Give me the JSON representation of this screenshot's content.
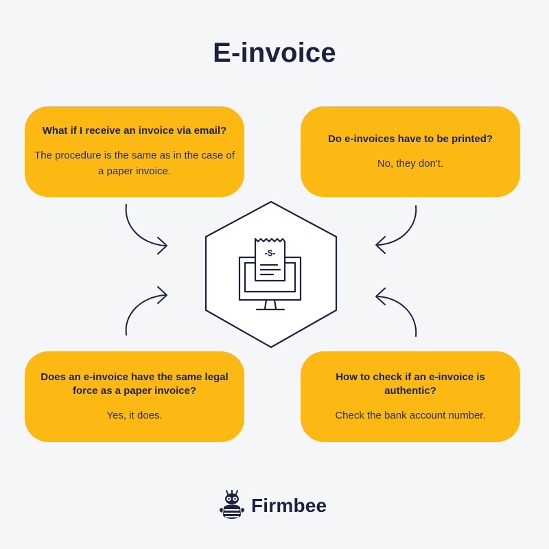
{
  "title": "E-invoice",
  "cards": [
    {
      "question": "What if I receive an invoice via email?",
      "answer": "The procedure is the same as in the case of a paper invoice."
    },
    {
      "question": "Do e-invoices have to be printed?",
      "answer": "No, they don't."
    },
    {
      "question": "Does an e-invoice have the same legal force as a paper invoice?",
      "answer": "Yes, it does."
    },
    {
      "question": "How to check if an e-invoice is authentic?",
      "answer": "Check the bank account number."
    }
  ],
  "center_icon": {
    "name": "computer-receipt-icon",
    "receipt_symbol": "-$-"
  },
  "brand": {
    "name": "Firmbee",
    "icon": "bee-mascot-icon"
  },
  "colors": {
    "background": "#f5f6f8",
    "card": "#fdb913",
    "ink": "#1b2140"
  }
}
